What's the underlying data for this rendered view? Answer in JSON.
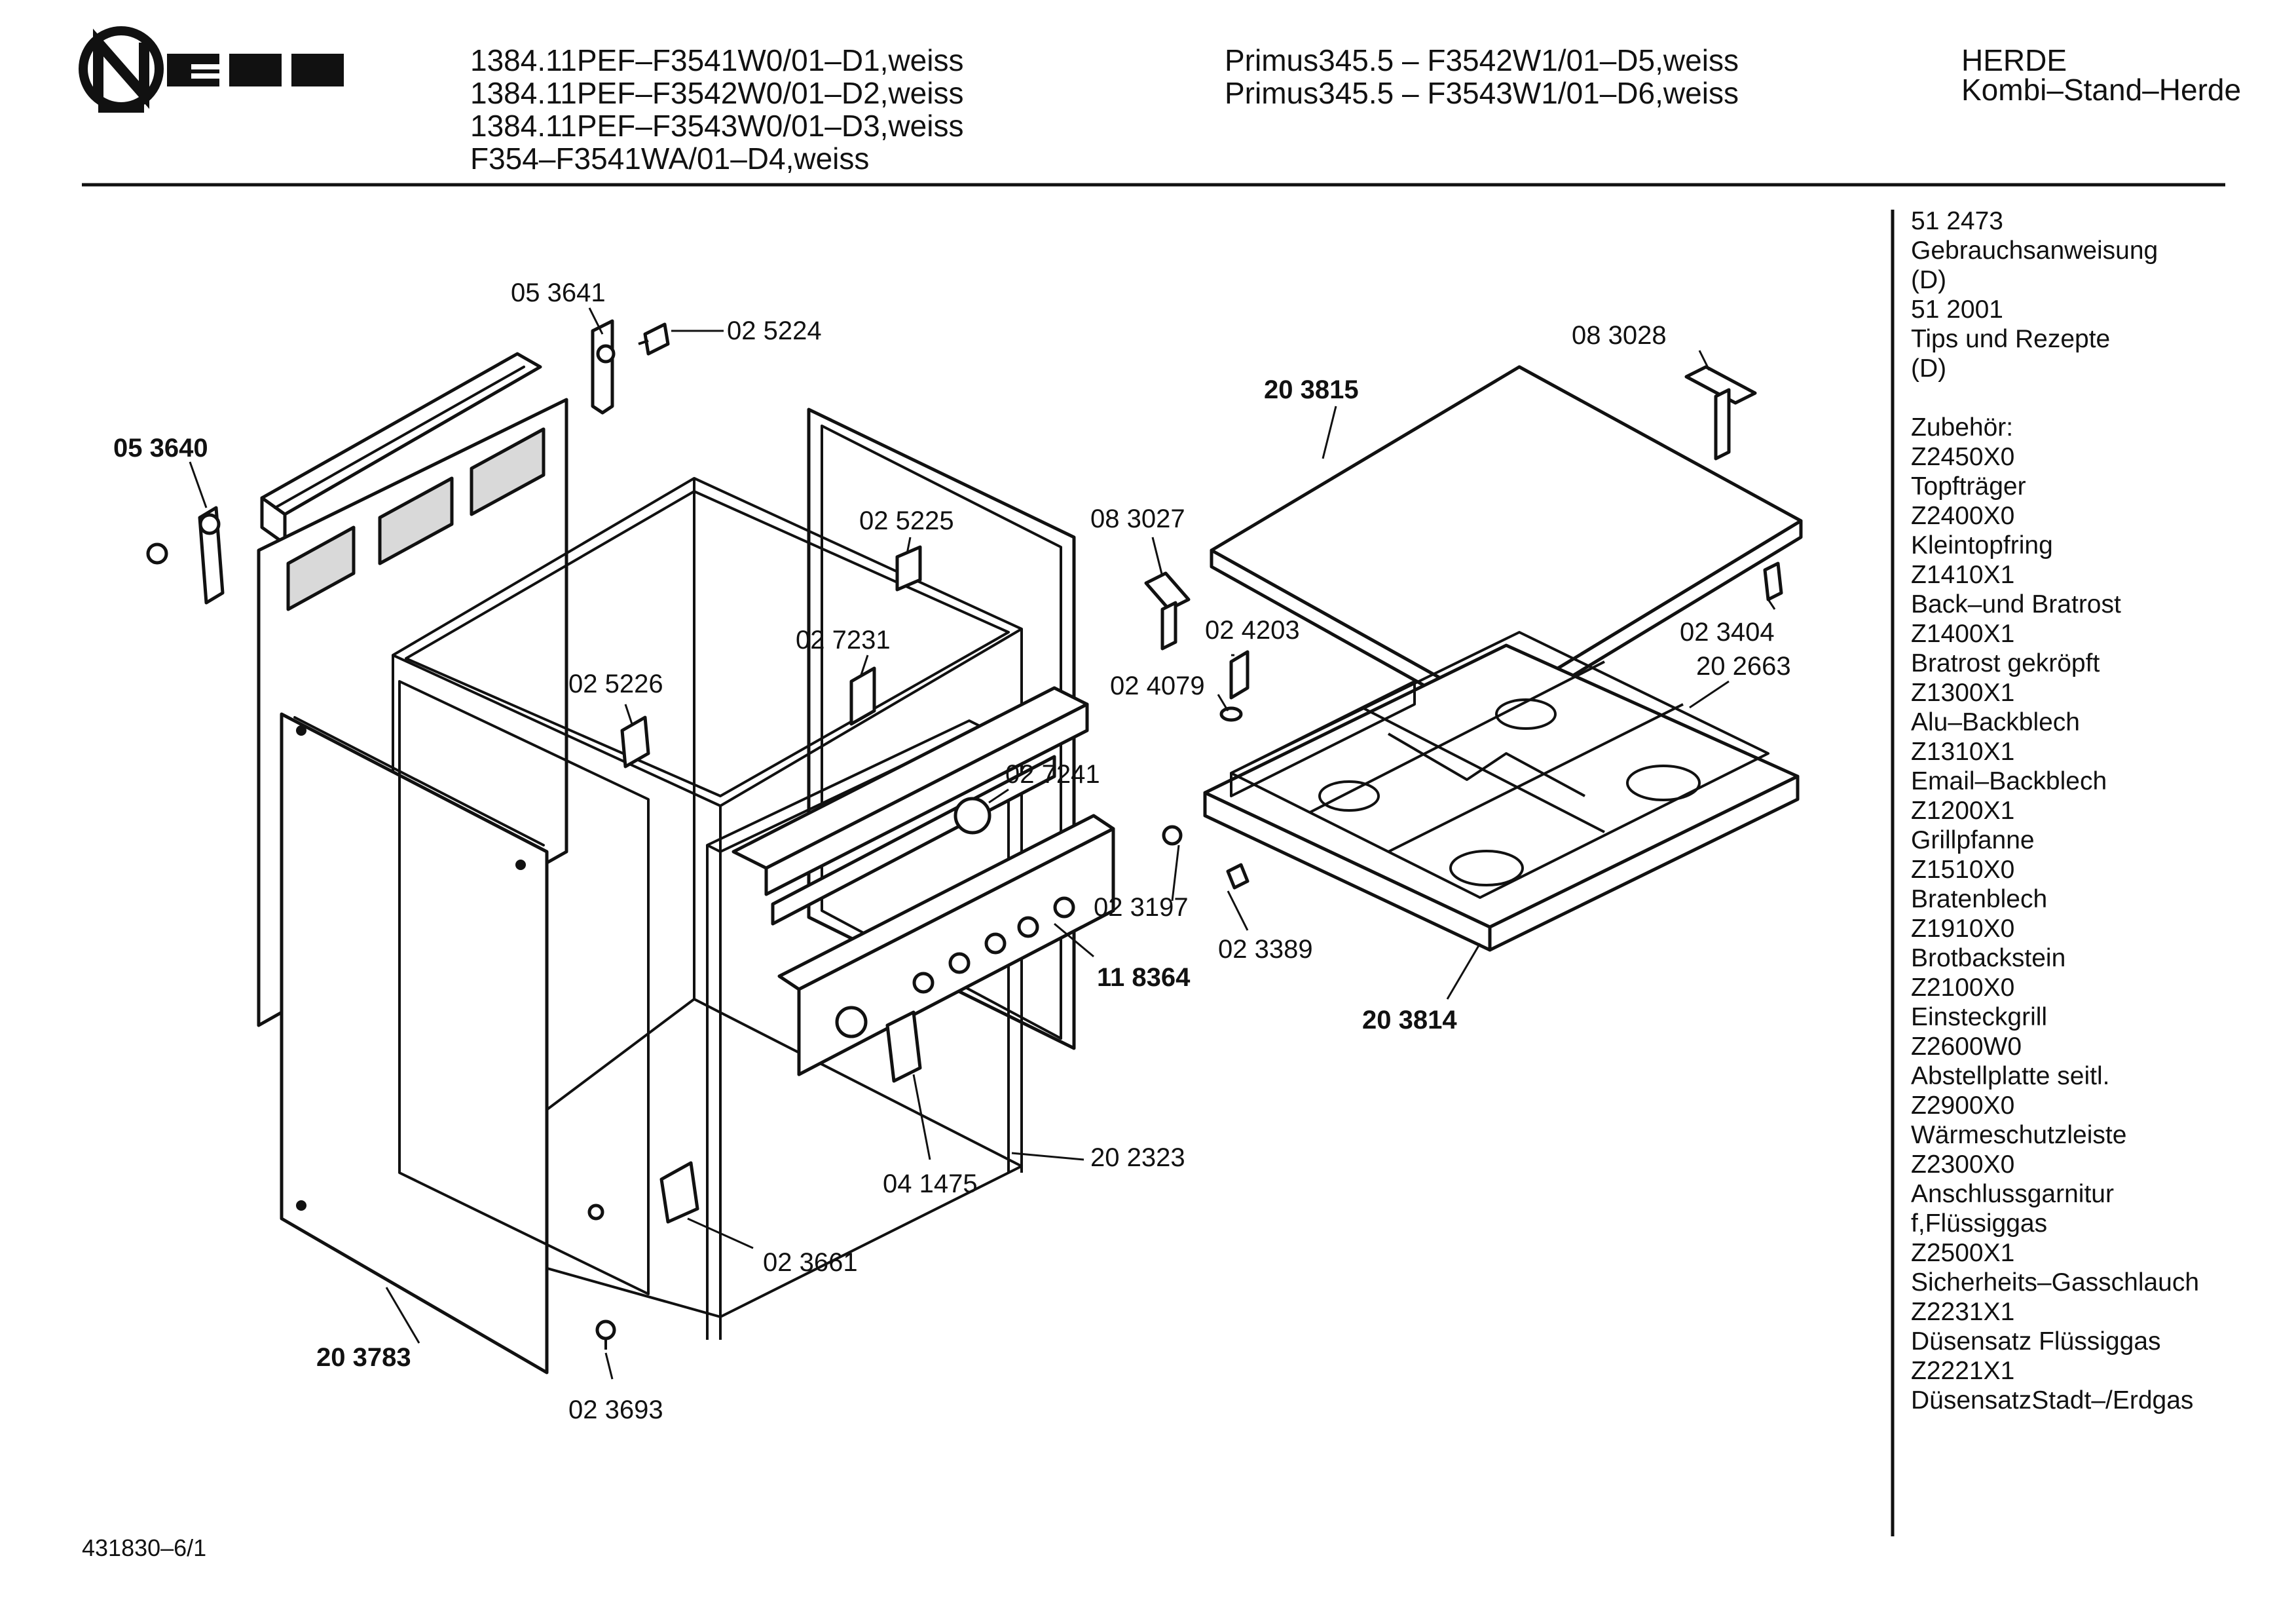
{
  "header": {
    "brand": "NEFF",
    "models_left": [
      "1384.11PEF–F3541W0/01–D1,weiss",
      "1384.11PEF–F3542W0/01–D2,weiss",
      "1384.11PEF–F3543W0/01–D3,weiss",
      "F354–F3541WA/01–D4,weiss"
    ],
    "models_right": [
      "Primus345.5 – F3542W1/01–D5,weiss",
      "Primus345.5 – F3543W1/01–D6,weiss"
    ],
    "category": "HERDE",
    "subcategory": "Kombi–Stand–Herde"
  },
  "part_labels": [
    "05 3641",
    "02 5224",
    "05 3640",
    "02 5225",
    "02 5226",
    "02 7231",
    "02 7241",
    "08 3027",
    "02 4203",
    "02 4079",
    "02 3197",
    "11 8364",
    "02 3389",
    "04 1475",
    "20 2323",
    "02 3661",
    "20 3783",
    "02 3693",
    "08 3028",
    "20 3815",
    "02 3404",
    "20 2663",
    "20 3814"
  ],
  "side_list": [
    "51 2473",
    "Gebrauchsanweisung",
    "(D)",
    "51 2001",
    "Tips und Rezepte",
    "(D)",
    "",
    "Zubehör:",
    "Z2450X0",
    "Topfträger",
    "Z2400X0",
    "Kleintopfring",
    "Z1410X1",
    "Back–und Bratrost",
    "Z1400X1",
    "Bratrost gekröpft",
    "Z1300X1",
    "Alu–Backblech",
    "Z1310X1",
    "Email–Backblech",
    "Z1200X1",
    "Grillpfanne",
    "Z1510X0",
    "Bratenblech",
    "Z1910X0",
    "Brotbackstein",
    "Z2100X0",
    "Einsteckgrill",
    "Z2600W0",
    "Abstellplatte seitl.",
    "Z2900X0",
    "Wärmeschutzleiste",
    "Z2300X0",
    "Anschlussgarnitur",
    "f,Flüssiggas",
    "Z2500X1",
    "Sicherheits–Gasschlauch",
    "Z2231X1",
    "Düsensatz Flüssiggas",
    "Z2221X1",
    "DüsensatzStadt–/Erdgas"
  ],
  "footer": {
    "doc_number": "431830–6/1"
  }
}
